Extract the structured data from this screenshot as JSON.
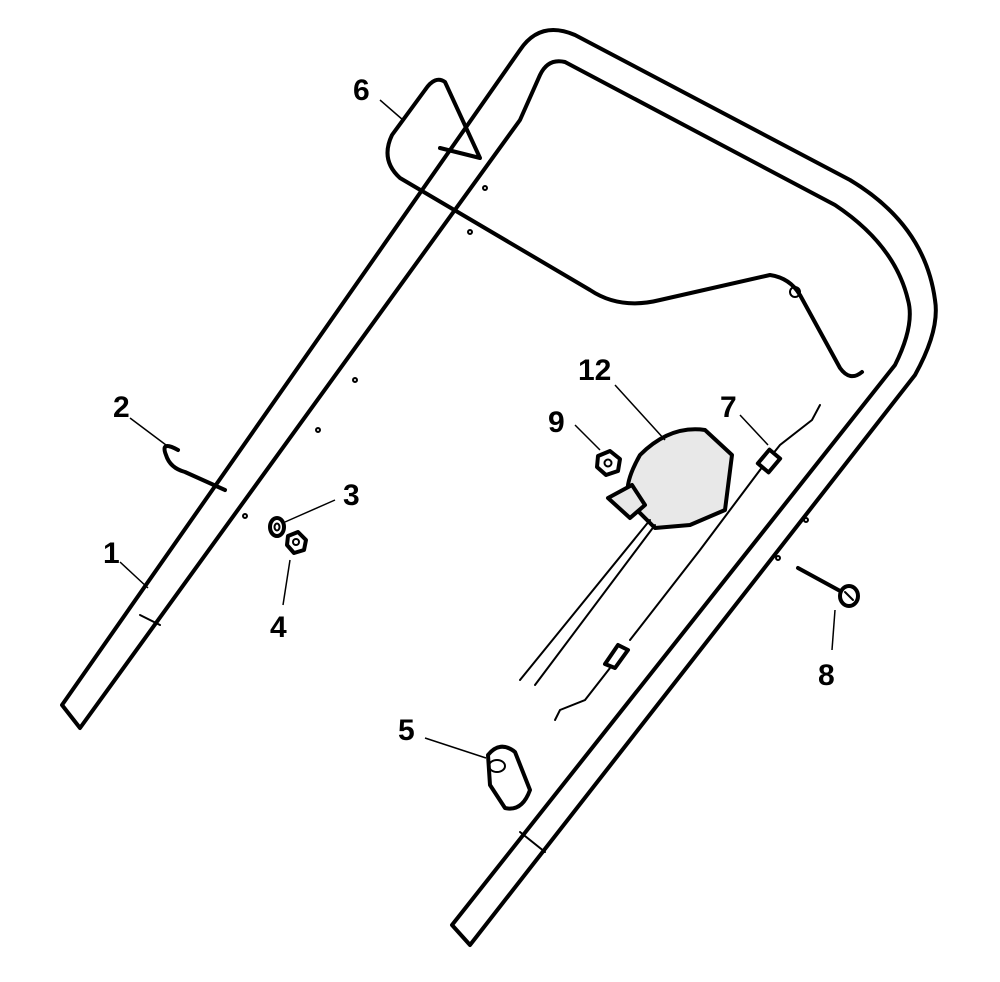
{
  "callouts": [
    {
      "id": "handle-lower",
      "label": "1"
    },
    {
      "id": "hook-bolt",
      "label": "2"
    },
    {
      "id": "washer",
      "label": "3"
    },
    {
      "id": "nut",
      "label": "4"
    },
    {
      "id": "cable-clip",
      "label": "5"
    },
    {
      "id": "bail-bar",
      "label": "6"
    },
    {
      "id": "cable",
      "label": "7"
    },
    {
      "id": "screw",
      "label": "8"
    },
    {
      "id": "nut-small",
      "label": "9"
    },
    {
      "id": "control-lever",
      "label": "12"
    }
  ],
  "colors": {
    "line": "#000000",
    "fill": "#ffffff",
    "control": "#e8e8e8"
  }
}
